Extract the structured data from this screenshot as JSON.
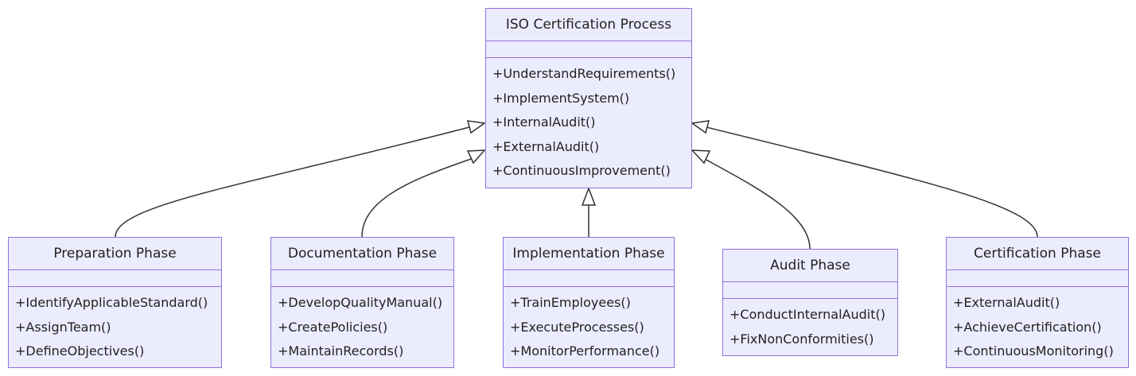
{
  "classes": [
    {
      "id": "iso",
      "title": "ISO Certification Process",
      "methods": [
        "+UnderstandRequirements()",
        "+ImplementSystem()",
        "+InternalAudit()",
        "+ExternalAudit()",
        "+ContinuousImprovement()"
      ]
    },
    {
      "id": "prep",
      "title": "Preparation Phase",
      "methods": [
        "+IdentifyApplicableStandard()",
        "+AssignTeam()",
        "+DefineObjectives()"
      ]
    },
    {
      "id": "doc",
      "title": "Documentation Phase",
      "methods": [
        "+DevelopQualityManual()",
        "+CreatePolicies()",
        "+MaintainRecords()"
      ]
    },
    {
      "id": "impl",
      "title": "Implementation Phase",
      "methods": [
        "+TrainEmployees()",
        "+ExecuteProcesses()",
        "+MonitorPerformance()"
      ]
    },
    {
      "id": "audit",
      "title": "Audit Phase",
      "methods": [
        "+ConductInternalAudit()",
        "+FixNonConformities()"
      ]
    },
    {
      "id": "cert",
      "title": "Certification Phase",
      "methods": [
        "+ExternalAudit()",
        "+AchieveCertification()",
        "+ContinuousMonitoring()"
      ]
    }
  ],
  "relations": [
    {
      "from": "prep",
      "to": "iso",
      "type": "inheritance"
    },
    {
      "from": "doc",
      "to": "iso",
      "type": "inheritance"
    },
    {
      "from": "impl",
      "to": "iso",
      "type": "inheritance"
    },
    {
      "from": "audit",
      "to": "iso",
      "type": "inheritance"
    },
    {
      "from": "cert",
      "to": "iso",
      "type": "inheritance"
    }
  ],
  "colors": {
    "fill": "#ececff",
    "border": "#9370db",
    "edge": "#333333"
  }
}
